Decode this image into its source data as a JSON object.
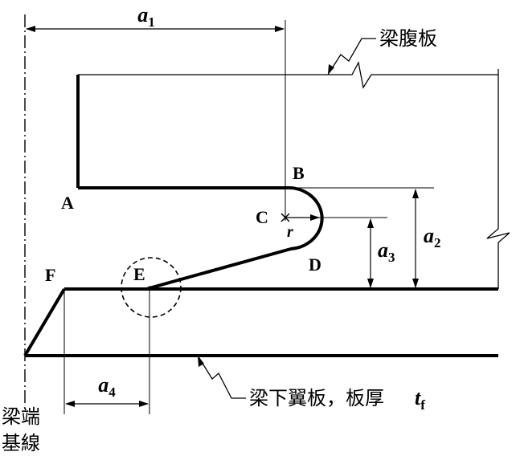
{
  "points": {
    "A": "A",
    "B": "B",
    "C": "C",
    "D": "D",
    "E": "E",
    "F": "F"
  },
  "radius_symbol": "r",
  "dimensions": {
    "a1": {
      "base": "a",
      "sub": "1"
    },
    "a2": {
      "base": "a",
      "sub": "2"
    },
    "a3": {
      "base": "a",
      "sub": "3"
    },
    "a4": {
      "base": "a",
      "sub": "4"
    }
  },
  "callouts": {
    "web": "梁腹板",
    "flange_prefix": "梁下翼板，板厚",
    "flange_thickness": {
      "base": "t",
      "sub": "f"
    }
  },
  "baseline_label": {
    "line1": "梁端",
    "line2": "基線"
  }
}
